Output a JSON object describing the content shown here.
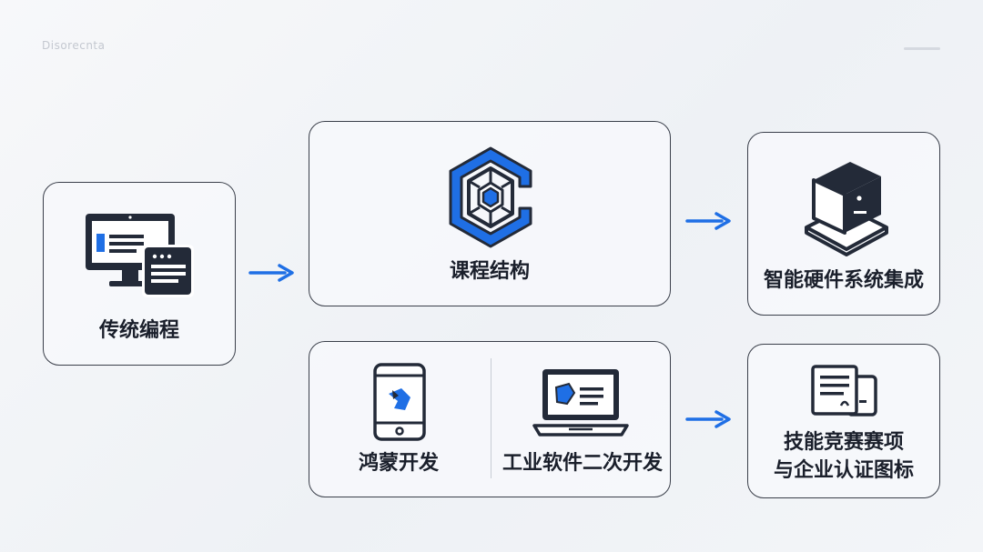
{
  "header": {
    "corner_text": "Disorecnta"
  },
  "nodes": {
    "traditional": {
      "label": "传统编程"
    },
    "course": {
      "label": "课程结构"
    },
    "hardware": {
      "label": "智能硬件系统集成"
    },
    "harmony": {
      "label": "鸿蒙开发"
    },
    "industrial": {
      "label": "工业软件二次开发"
    },
    "competition": {
      "line1": "技能竞赛赛项",
      "line2": "与企业认证图标"
    }
  },
  "colors": {
    "accent": "#1f6fe5",
    "icon_dark": "#232a38",
    "border": "#3a3f4a"
  },
  "icons": {
    "traditional": "desktop-monitor-icon",
    "course": "hexagon-structure-icon",
    "hardware": "hardware-cube-icon",
    "harmony": "smartphone-icon",
    "industrial": "laptop-icon",
    "competition": "certificate-documents-icon"
  }
}
